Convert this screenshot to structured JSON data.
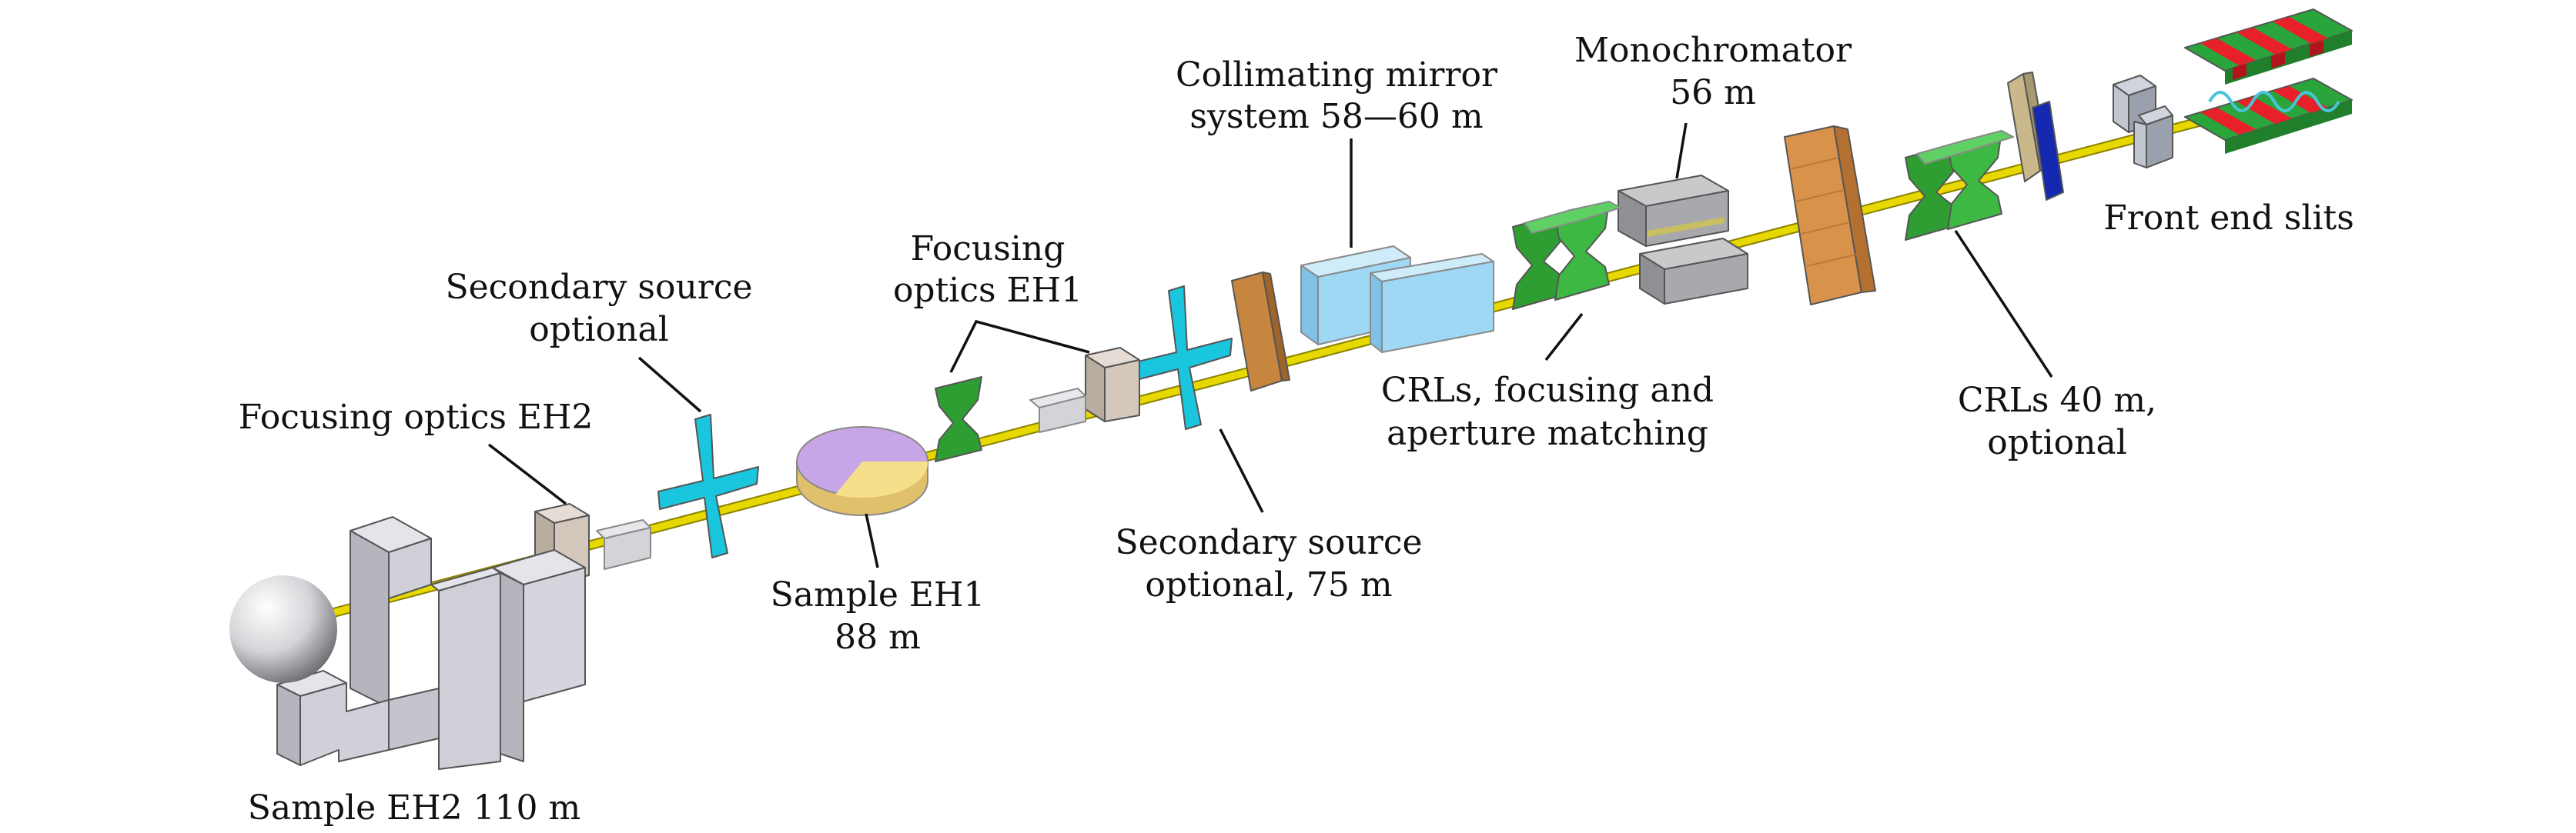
{
  "labels": {
    "front_end_slits": "Front end slits",
    "monochromator_line1": "Monochromator",
    "monochromator_line2": "56 m",
    "collimating_line1": "Collimating mirror",
    "collimating_line2": "system 58—60 m",
    "crls_focusing_line1": "CRLs, focusing and",
    "crls_focusing_line2": "aperture matching",
    "crls_40_line1": "CRLs 40 m,",
    "crls_40_line2": "optional",
    "focusing_eh1_line1": "Focusing",
    "focusing_eh1_line2": "optics EH1",
    "secondary_75_line1": "Secondary source",
    "secondary_75_line2": "optional, 75 m",
    "sample_eh1_line1": "Sample EH1",
    "sample_eh1_line2": "88 m",
    "secondary_opt_line1": "Secondary source",
    "secondary_opt_line2": "optional",
    "focusing_eh2": "Focusing optics EH2",
    "sample_eh2": "Sample EH2 110 m"
  },
  "colors": {
    "beam": "#e6d800",
    "undulator_red": "#e8202a",
    "undulator_green": "#2aa53b",
    "crl_green": "#2e9e33",
    "secondary_source_cyan": "#19c6dd",
    "mirror_blue": "#9fd8f5",
    "wall_orange": "#d9924a",
    "slit_blue": "#1428b0",
    "grey_component": "#b8b8c0",
    "sample_eh1_purple": "#c7a5e6",
    "sample_eh1_yellow": "#f6df8a"
  }
}
